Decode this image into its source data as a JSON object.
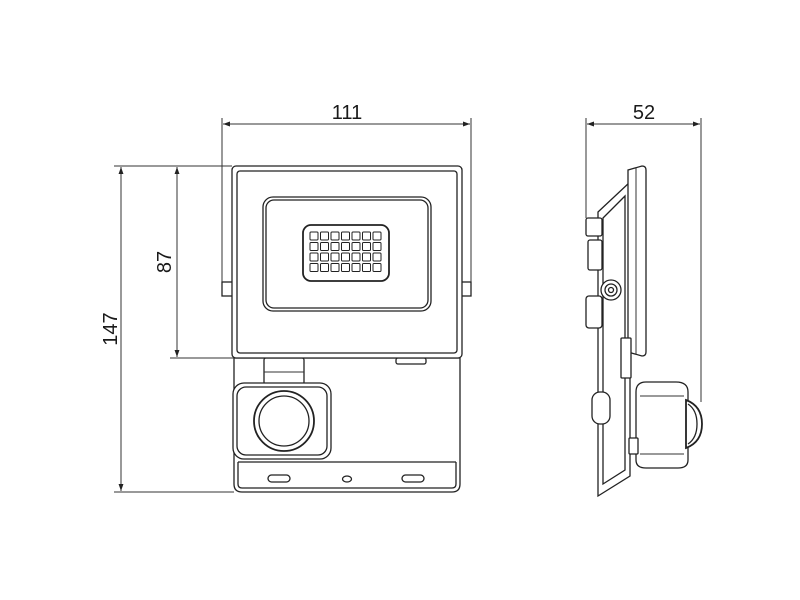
{
  "dimensions": {
    "front_width": "111",
    "front_height": "147",
    "lamp_height": "87",
    "side_depth": "52"
  },
  "led_grid": {
    "rows": 4,
    "cols": 7
  },
  "colors": {
    "line": "#222222",
    "background": "#ffffff"
  }
}
